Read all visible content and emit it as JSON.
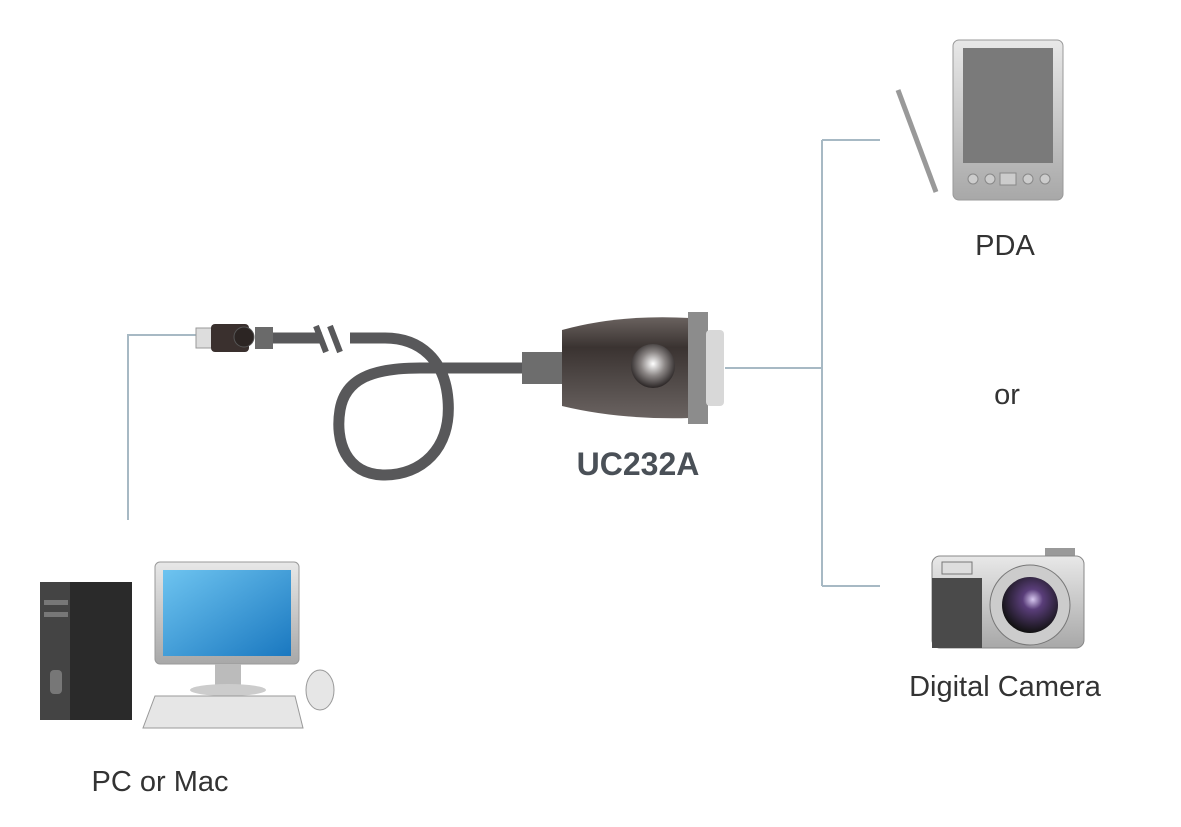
{
  "diagram": {
    "product": {
      "label": "UC232A"
    },
    "host": {
      "label": "PC or Mac"
    },
    "devices": [
      {
        "label": "PDA"
      },
      {
        "label": "Digital Camera"
      }
    ],
    "separator": "or",
    "colors": {
      "connector_line": "#a7b9c4",
      "cable": "#58585a",
      "adapter_body": "#4a4240",
      "label_text": "#333333",
      "model_text": "#4a5057"
    }
  }
}
